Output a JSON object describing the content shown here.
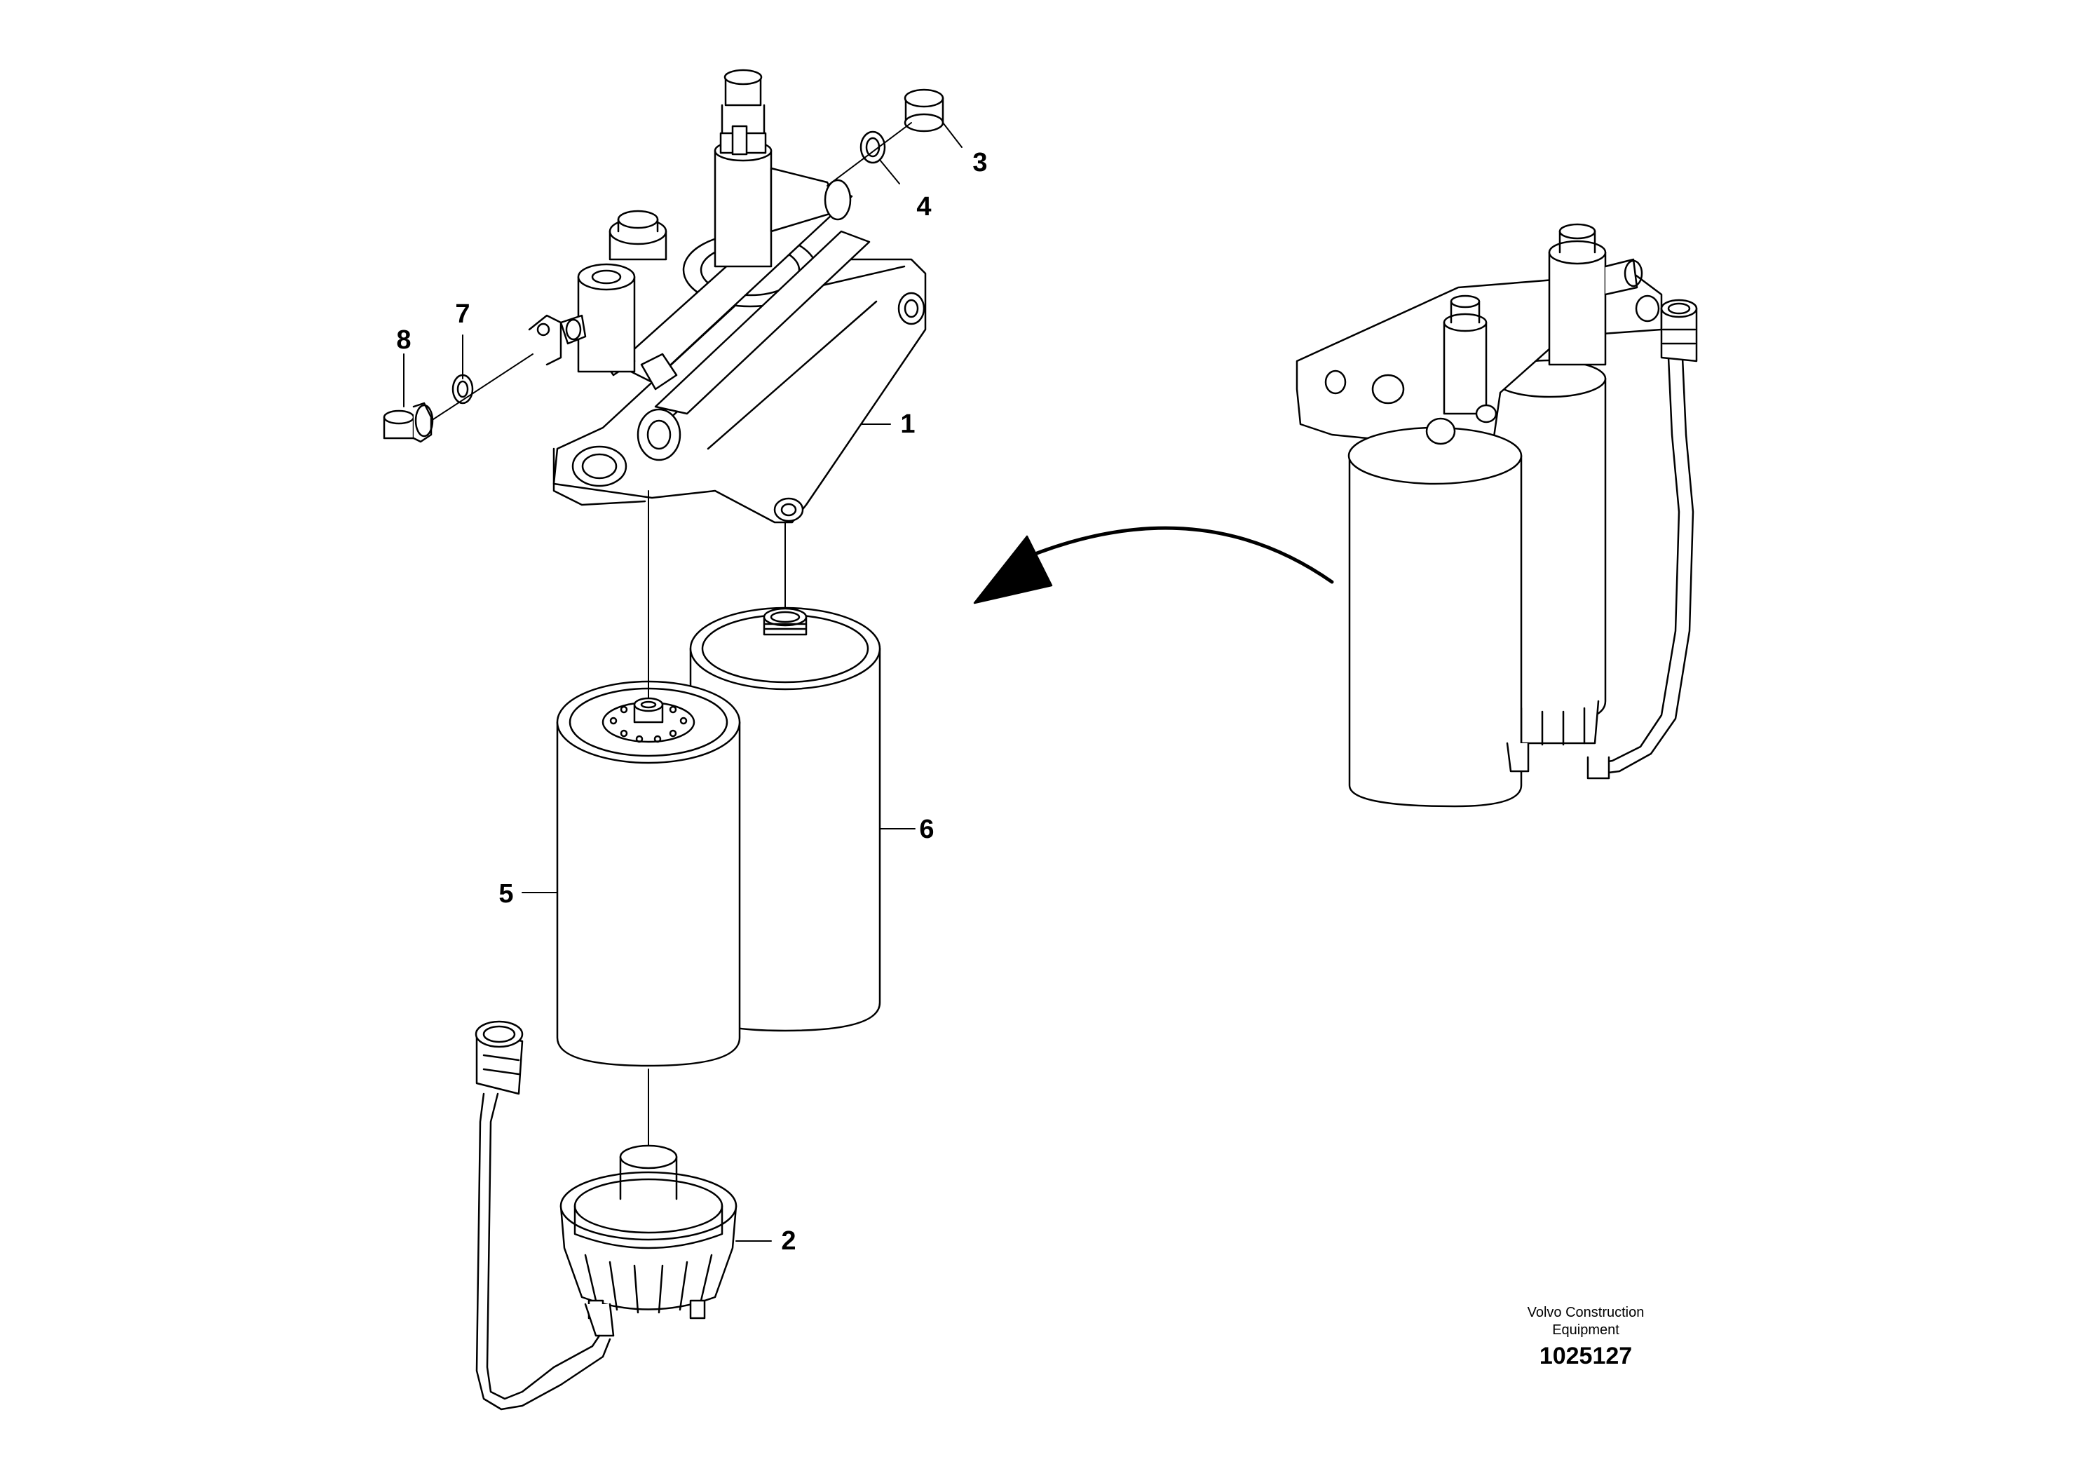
{
  "callouts": {
    "c1": "1",
    "c2": "2",
    "c3": "3",
    "c4": "4",
    "c5": "5",
    "c6": "6",
    "c7": "7",
    "c8": "8"
  },
  "footer": {
    "company_line1": "Volvo Construction",
    "company_line2": "Equipment",
    "figure_number": "1025127"
  },
  "colors": {
    "line": "#000000",
    "background": "#ffffff"
  }
}
